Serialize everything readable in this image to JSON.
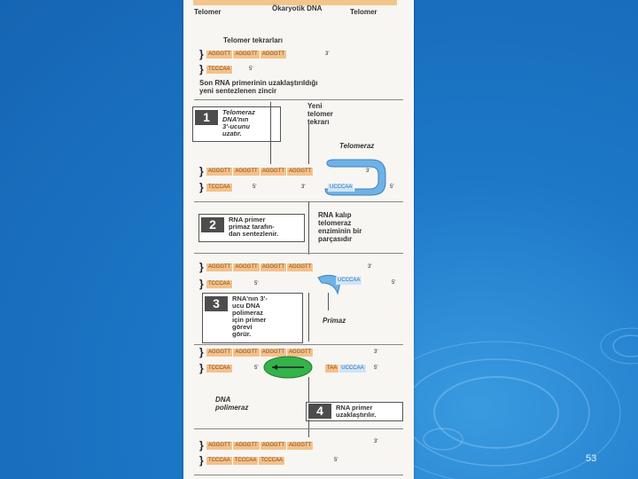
{
  "header": {
    "left_label": "Telomer",
    "center_label": "Ökaryotik DNA",
    "right_label": "Telomer"
  },
  "repeats_label": "Telomer tekrarları",
  "sequences": {
    "top_strand": [
      "AGGGTT",
      "AGGGTT",
      "AGGGTT"
    ],
    "bottom_strand": [
      "TCCCAA"
    ],
    "rna_template": "UCCCAA",
    "s4_top": [
      "AGGGTT",
      "AGGGTT",
      "AGGGTT",
      "AGGGTT"
    ],
    "s4_bottom": [
      "TCCCAA",
      "TAA",
      "UCCCAA"
    ],
    "final_top": [
      "AGGGTT",
      "AGGGTT",
      "AGGGTT",
      "AGGGTT"
    ],
    "final_bottom": [
      "TCCCAA",
      "TCCCAA",
      "TCCCAA"
    ]
  },
  "ends": {
    "three": "3'",
    "five": "5'"
  },
  "primer_text": "Son RNA primerinin uzaklaştırıldığı\nyeni sentezlenen zincir",
  "new_repeat_label": "Yeni\ntelomer\ntekrarı",
  "telomerase_label": "Telomeraz",
  "rna_template_label": "RNA kalıp\ntelomeraz\nenziminin bir\nparçasıdır",
  "primase_label": "Primaz",
  "dna_pol_label": "DNA\npolimeraz",
  "steps": [
    {
      "num": "1",
      "text": "Telomeraz\nDNA'nın\n3'-ucunu\nuzatır."
    },
    {
      "num": "2",
      "text": "RNA primer\nprimaz tarafın-\ndan sentezlenir."
    },
    {
      "num": "3",
      "text": "RNA'nın 3'-\nucu DNA\npolimeraz\niçin primer\ngörevi\ngörür."
    },
    {
      "num": "4",
      "text": "RNA primer\nuzaklaştırılır."
    }
  ],
  "page_number": "53",
  "colors": {
    "slide_bg": "#1c74c4",
    "repeat_fill": "#f5c08a",
    "rna_fill": "#cfe4f7",
    "enzyme": "#6fb2e6",
    "polymerase": "#34b34a"
  }
}
